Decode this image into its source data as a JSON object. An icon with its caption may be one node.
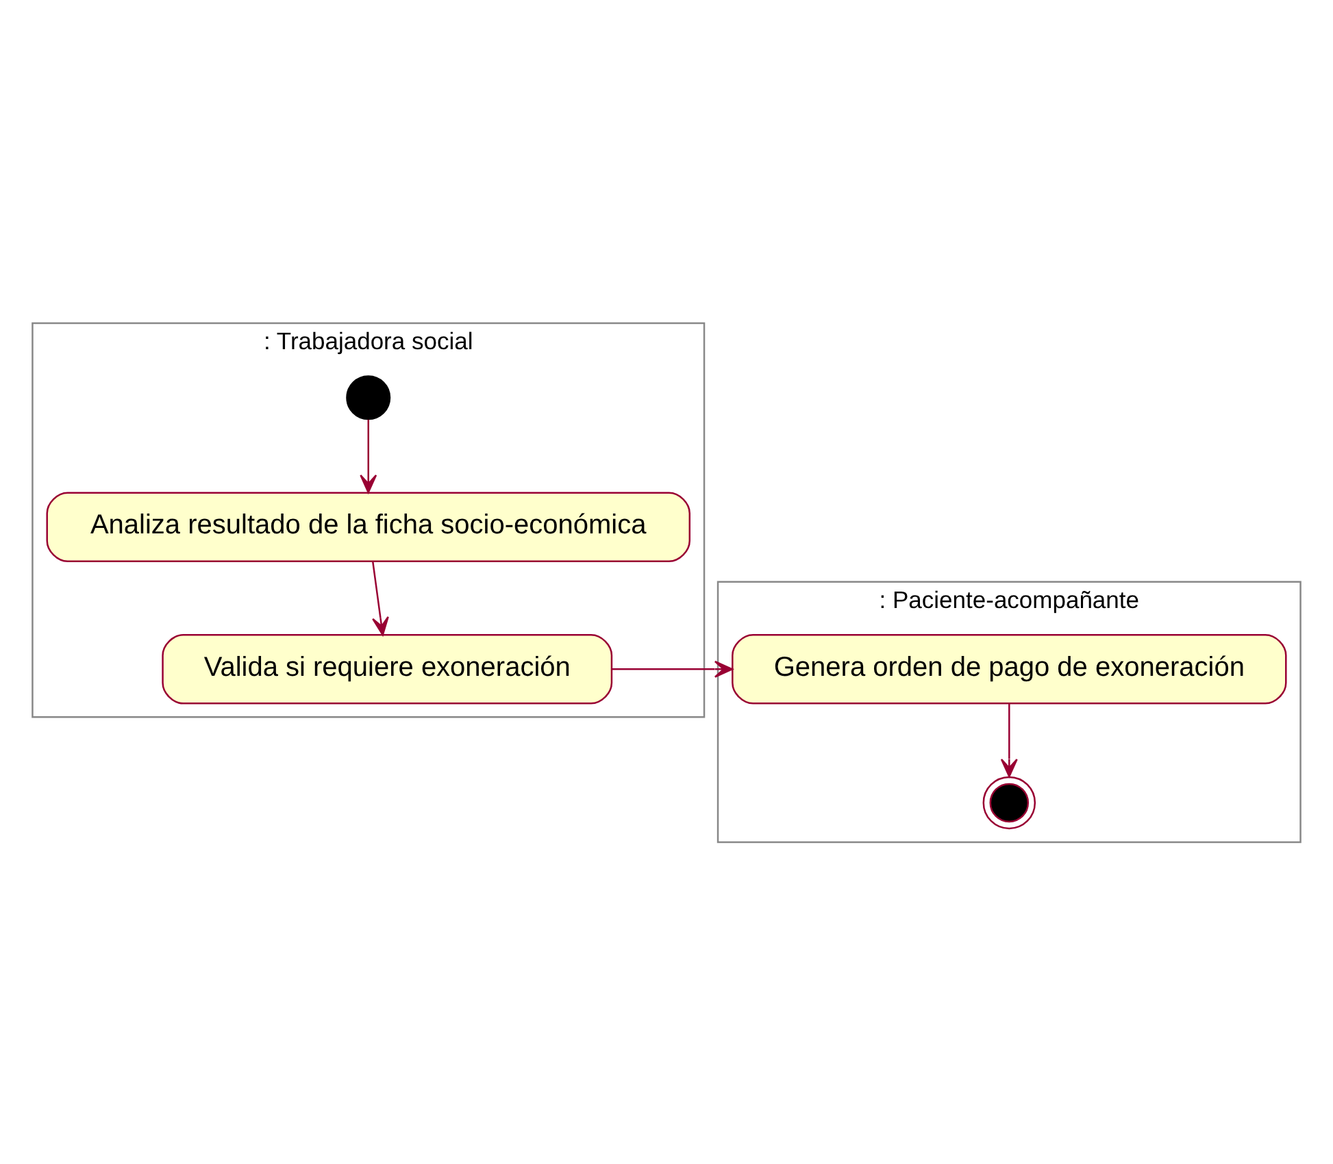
{
  "diagram": {
    "nodes": [
      {
        "text": [
          ": Trabajadora social"
        ]
      },
      {
        "text": [
          ": Paciente-acompañante"
        ]
      },
      {
        "text": [],
        "shape": "circle",
        "in": 0
      },
      {
        "text": [
          "Analiza resultado de la ficha socio-económica"
        ],
        "in": 0
      },
      {
        "text": [
          "Valida si requiere exoneración"
        ],
        "in": 0
      },
      {
        "text": [
          "Genera orden de pago de exoneración"
        ],
        "in": 1
      },
      {
        "text": [],
        "shape": "bullseye",
        "in": 1
      }
    ],
    "edges": [
      {
        "from": 2,
        "to": 3,
        "arrow": "to"
      },
      {
        "from": 3,
        "to": 4,
        "arrow": "to"
      },
      {
        "from": 4,
        "to": 5,
        "arrow": "to"
      },
      {
        "from": 5,
        "to": 6,
        "arrow": "to"
      }
    ]
  }
}
